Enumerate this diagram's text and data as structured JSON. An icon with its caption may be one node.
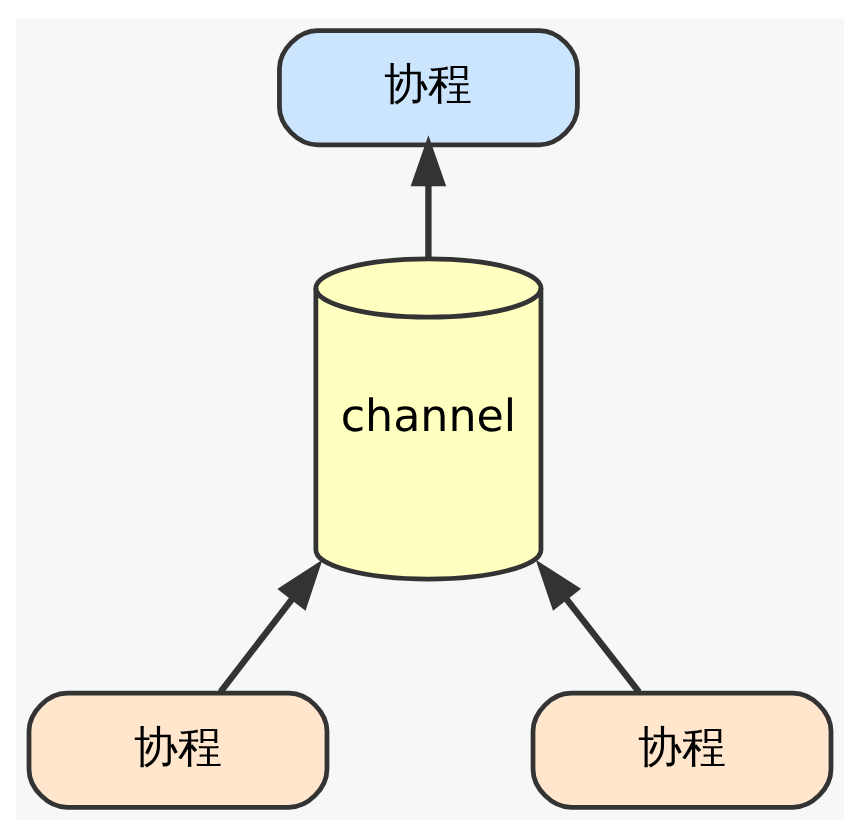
{
  "diagram": {
    "nodes": [
      {
        "text": [
          "协程"
        ]
      },
      {
        "text": [
          "channel"
        ]
      },
      {
        "text": [
          "协程"
        ]
      },
      {
        "text": [
          "协程"
        ]
      }
    ],
    "edges": [
      {
        "from": 2,
        "to": 1,
        "arrow": "to"
      },
      {
        "from": 3,
        "to": 1,
        "arrow": "to"
      },
      {
        "from": 1,
        "to": 0,
        "arrow": "to"
      }
    ]
  }
}
